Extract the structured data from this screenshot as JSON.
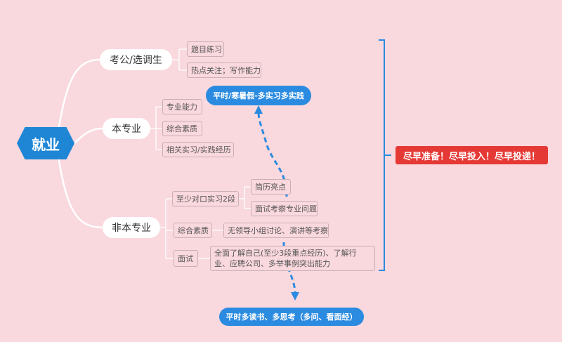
{
  "root": {
    "label": "就业"
  },
  "branches": [
    {
      "label": "考公/选调生",
      "items": [
        "题目练习",
        "热点关注；写作能力"
      ]
    },
    {
      "label": "本专业",
      "items": [
        "专业能力",
        "综合素质",
        "相关实习/实践经历"
      ]
    },
    {
      "label": "非本专业",
      "sub": [
        {
          "label": "至少对口实习2段",
          "items": [
            "简历亮点",
            "面试考察专业问题"
          ]
        },
        {
          "label": "综合素质",
          "items": [
            "无领导小组讨论、演讲等考察"
          ]
        },
        {
          "label": "面试",
          "items": [
            "全面了解自己(至少3段重点经历)、了解行业、应聘公司、多举事例突出能力"
          ]
        }
      ]
    }
  ],
  "callouts": {
    "top": "平时/寒暑假-多实习多实践",
    "bottom": "平时多读书、多思考（多问、看面经）",
    "summary": "尽早准备！尽早投入！尽早投递！"
  },
  "colors": {
    "background": "#f9d8de",
    "accent": "#2b8be0",
    "summary": "#e53935"
  }
}
